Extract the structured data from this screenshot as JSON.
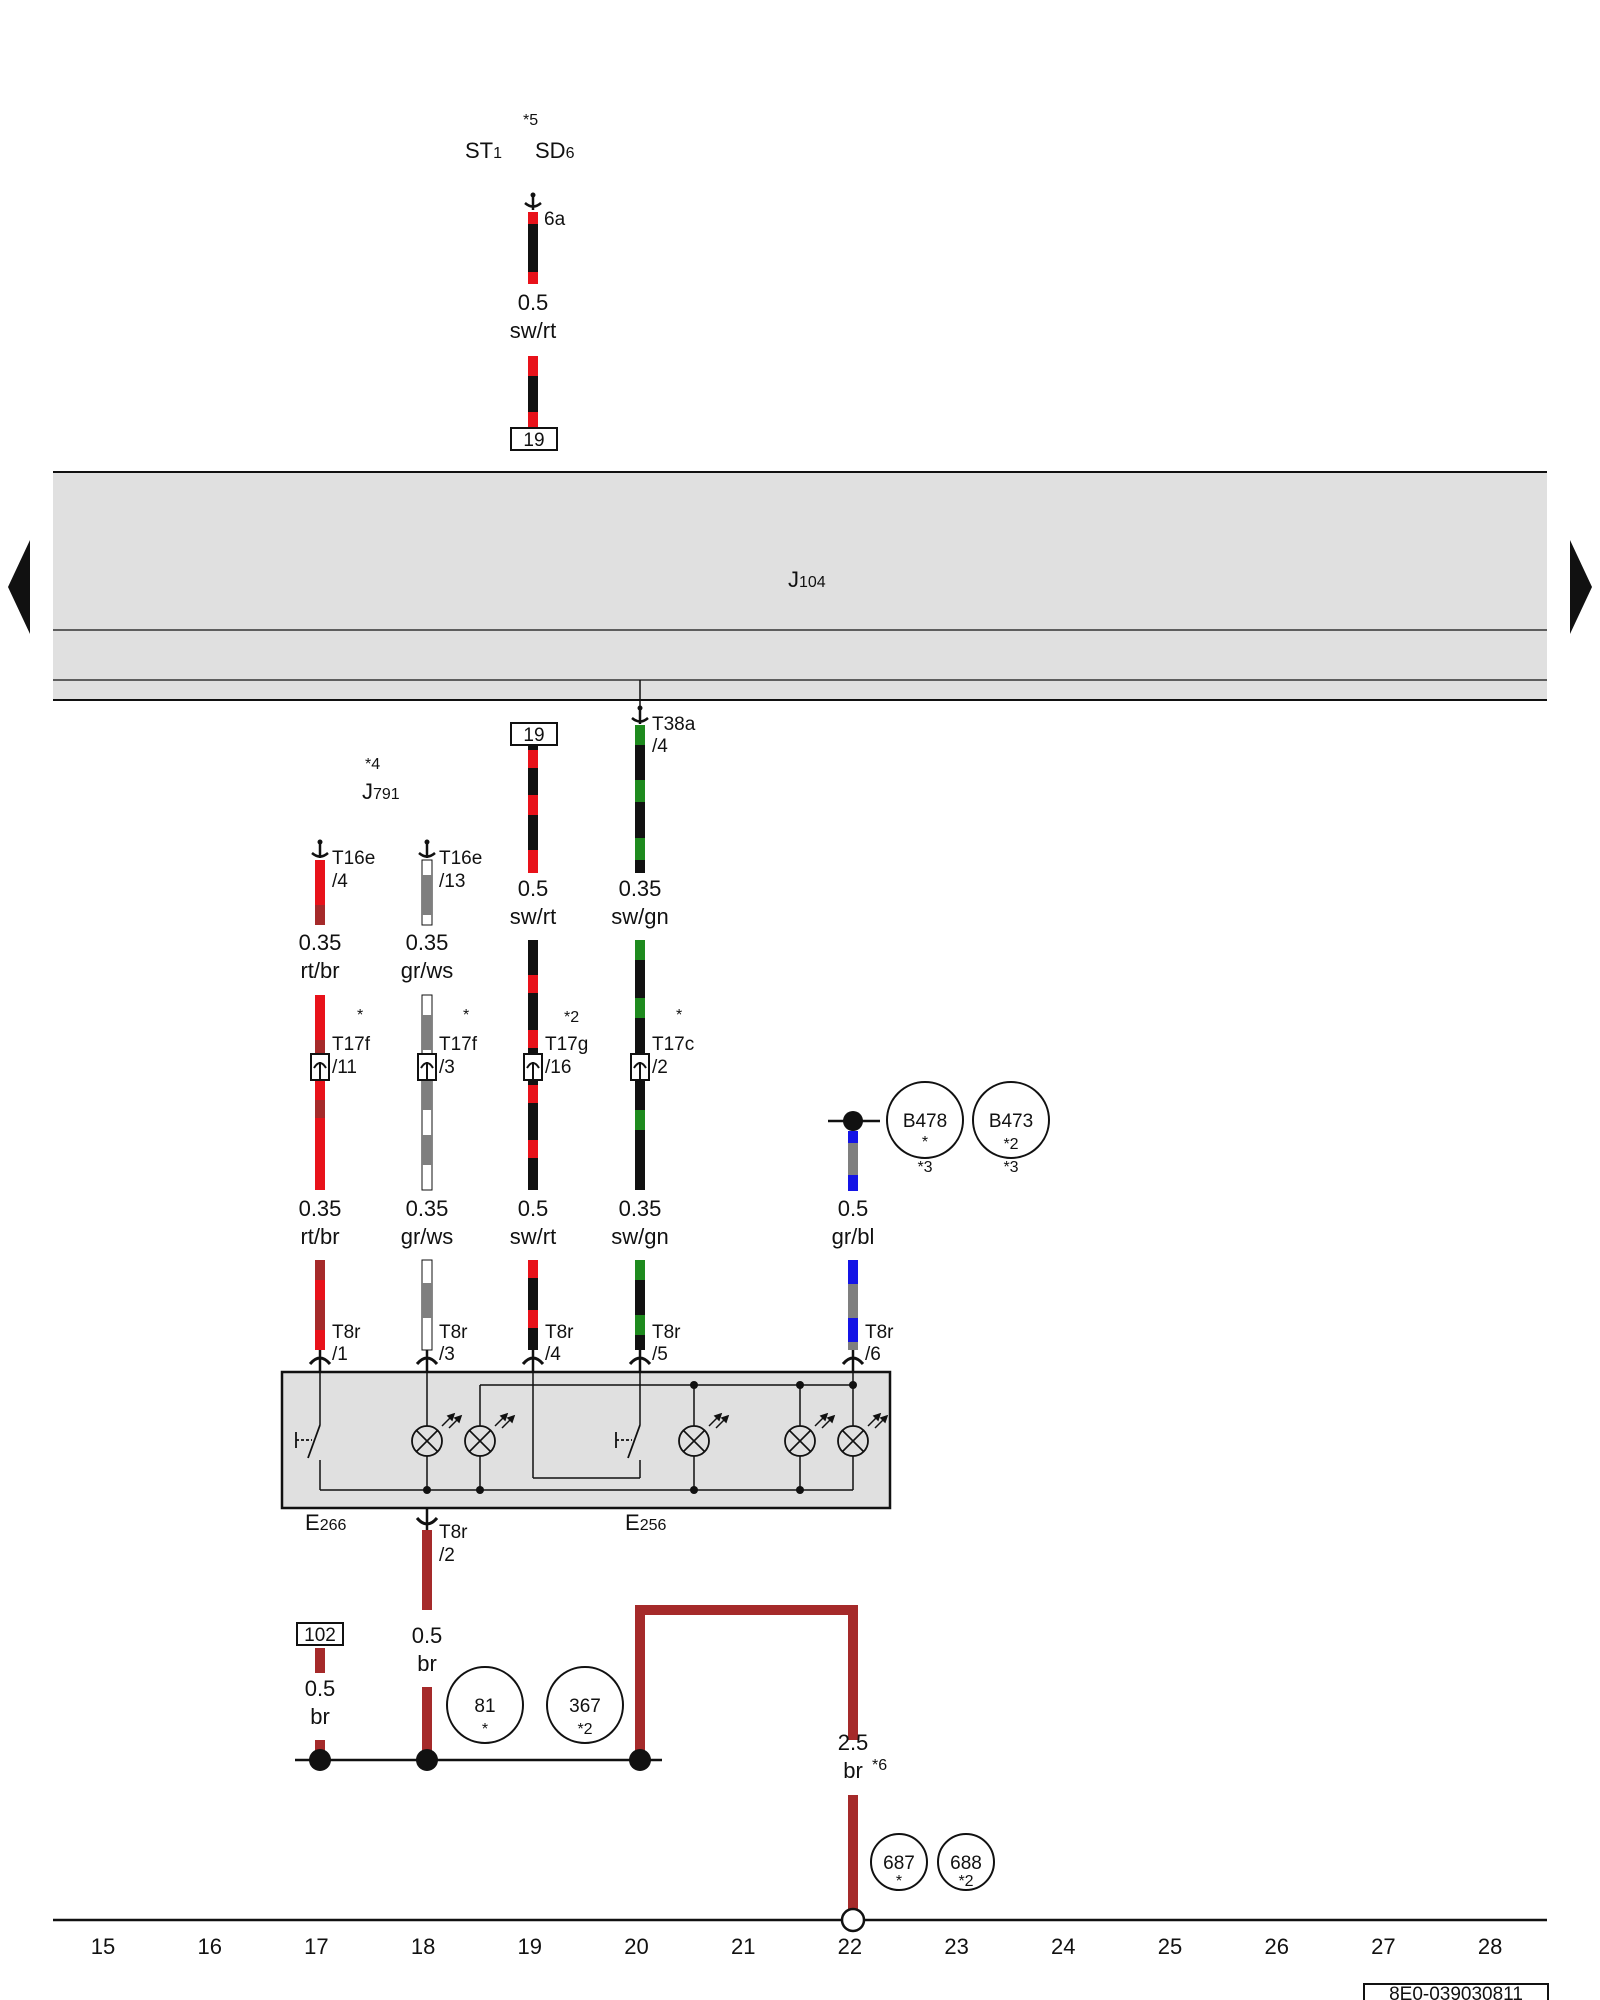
{
  "top_labels": {
    "star5": "*5",
    "st": "ST",
    "st_sub": "1",
    "sd": "SD",
    "sd_sub": "6",
    "pin_6a": "6a",
    "w1_size": "0.5",
    "w1_color": "sw/rt",
    "ref19_top": "19"
  },
  "control_unit": {
    "name": "J",
    "sub": "104"
  },
  "connectors": {
    "t38a": "T38a",
    "t38a_pin": "/4",
    "ref19_mid": "19",
    "star4": "*4",
    "j791": "J",
    "j791_sub": "791",
    "t16e_a": "T16e",
    "t16e_a_pin": "/4",
    "t16e_b": "T16e",
    "t16e_b_pin": "/13",
    "t17f_a": "T17f",
    "t17f_a_pin": "/11",
    "t17f_a_star": "*",
    "t17f_b": "T17f",
    "t17f_b_pin": "/3",
    "t17f_b_star": "*",
    "t17g": "T17g",
    "t17g_pin": "/16",
    "t17g_star": "*2",
    "t17c": "T17c",
    "t17c_pin": "/2",
    "t17c_star": "*",
    "t8r_1": "T8r",
    "t8r_1_pin": "/1",
    "t8r_3": "T8r",
    "t8r_3_pin": "/3",
    "t8r_4": "T8r",
    "t8r_4_pin": "/4",
    "t8r_5": "T8r",
    "t8r_5_pin": "/5",
    "t8r_6": "T8r",
    "t8r_6_pin": "/6",
    "t8r_2": "T8r",
    "t8r_2_pin": "/2"
  },
  "wires": {
    "w17a_size": "0.35",
    "w17a_color": "rt/br",
    "w18a_size": "0.35",
    "w18a_color": "gr/ws",
    "w19a_size": "0.5",
    "w19a_color": "sw/rt",
    "w20a_size": "0.35",
    "w20a_color": "sw/gn",
    "w17b_size": "0.35",
    "w17b_color": "rt/br",
    "w18b_size": "0.35",
    "w18b_color": "gr/ws",
    "w19b_size": "0.5",
    "w19b_color": "sw/rt",
    "w20b_size": "0.35",
    "w20b_color": "sw/gn",
    "w22_size": "0.5",
    "w22_color": "gr/bl",
    "w18c_size": "0.5",
    "w18c_color": "br",
    "w17c_size": "0.5",
    "w17c_color": "br",
    "w22g_size": "2.5",
    "w22g_color": "br",
    "w22g_star": "*6"
  },
  "components": {
    "e266": "E",
    "e266_sub": "266",
    "e256": "E",
    "e256_sub": "256"
  },
  "refs": {
    "ref102": "102"
  },
  "circles": {
    "b478": "B478",
    "b478_a": "*",
    "b478_b": "*3",
    "b473": "B473",
    "b473_a": "*2",
    "b473_b": "*3",
    "c81": "81",
    "c81_a": "*",
    "c367": "367",
    "c367_a": "*2",
    "c687": "687",
    "c687_a": "*",
    "c688": "688",
    "c688_a": "*2"
  },
  "columns": [
    "15",
    "16",
    "17",
    "18",
    "19",
    "20",
    "21",
    "22",
    "23",
    "24",
    "25",
    "26",
    "27",
    "28"
  ],
  "doc_number": "8E0-039030811",
  "colors": {
    "red": "#e8121a",
    "black": "#111111",
    "brown": "#a52a2a",
    "grey": "#7f7f7f",
    "green": "#1e8a1e",
    "blue": "#1414e6",
    "panel": "#e0e0e0"
  }
}
